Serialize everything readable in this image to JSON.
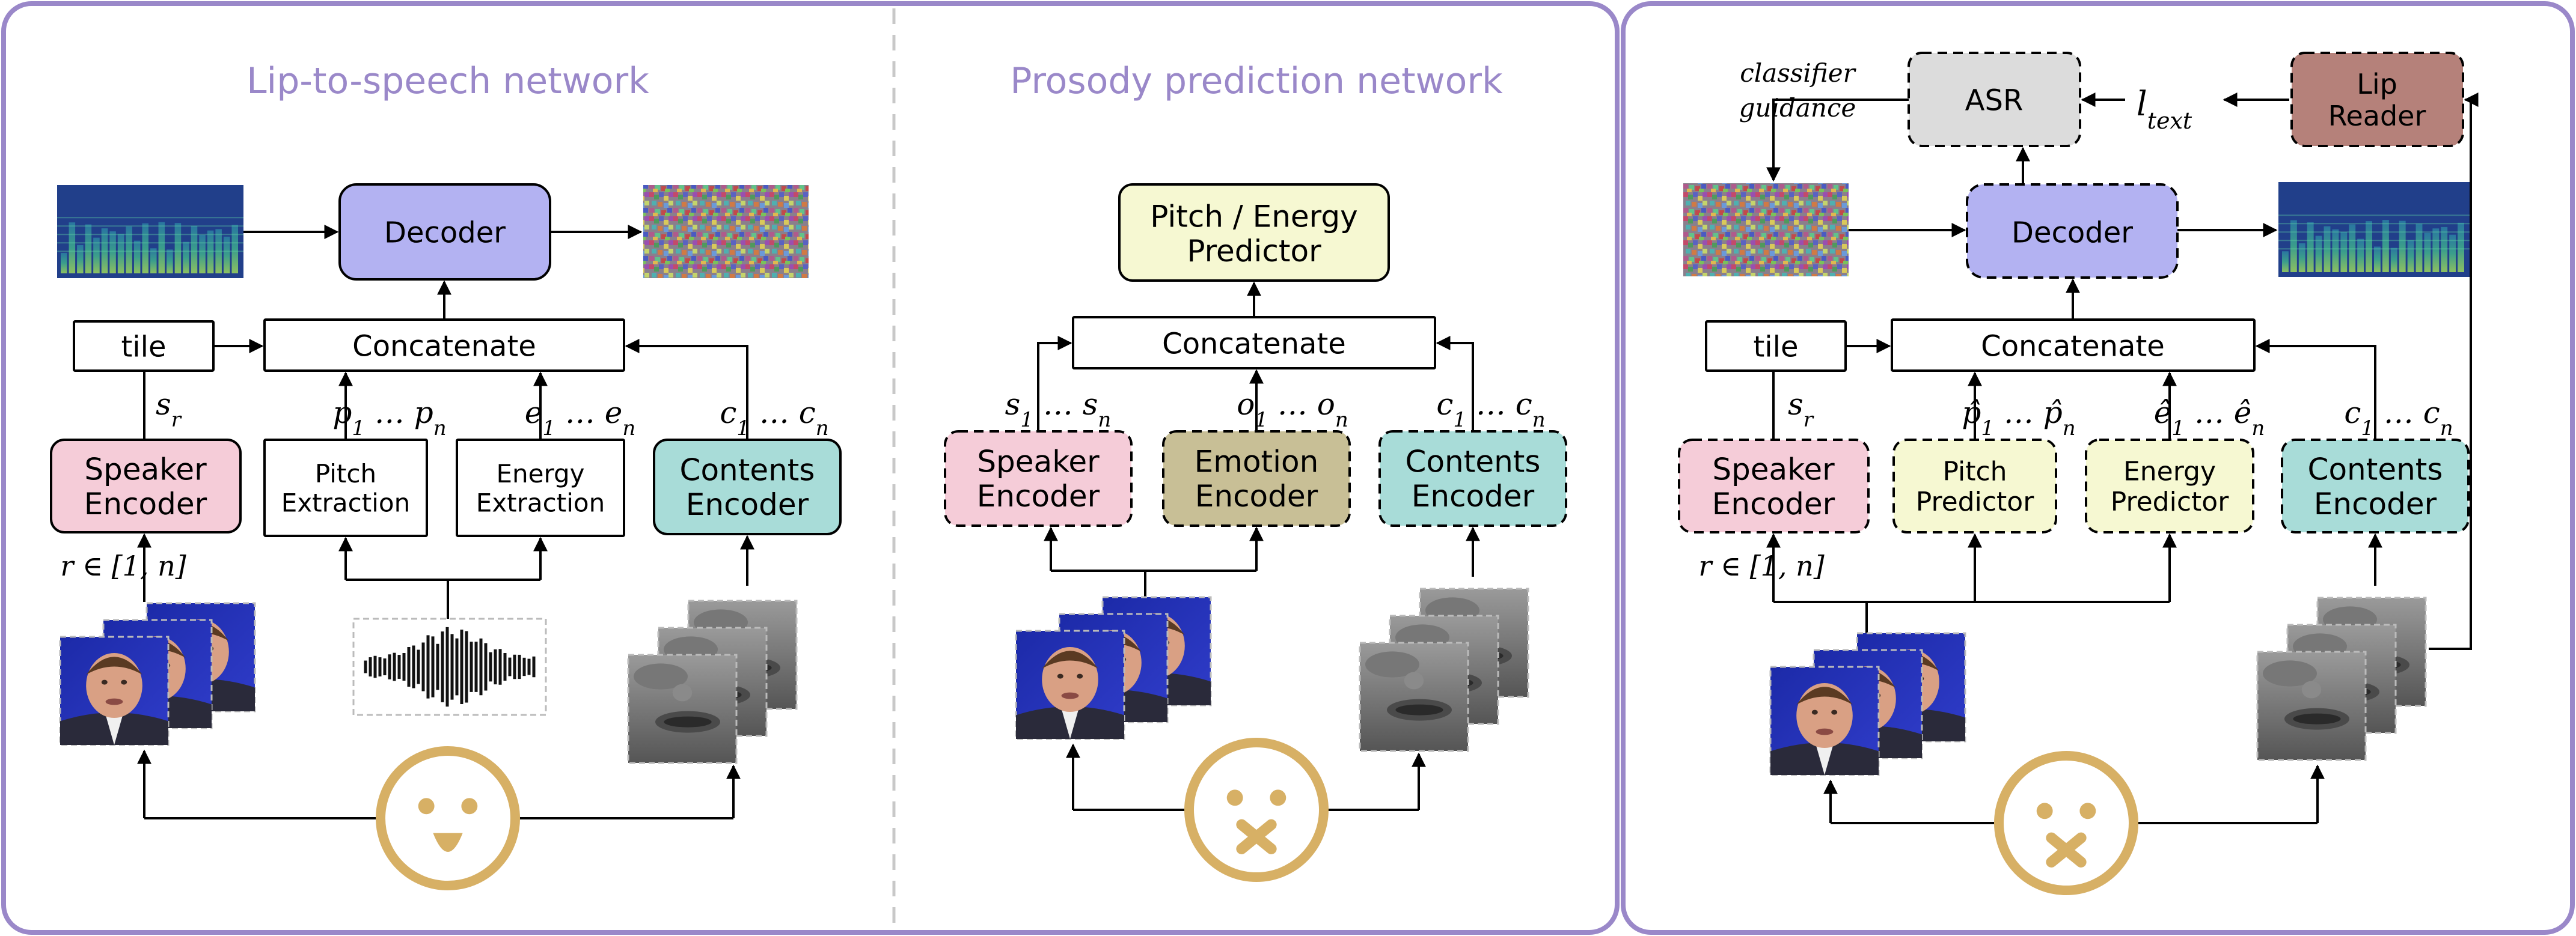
{
  "colors": {
    "panel_border": "#9a88c9",
    "title": "#9a88c9",
    "decoder": "#b3b2f2",
    "speaker_encoder": "#f5ccd8",
    "contents_encoder": "#a8dcd8",
    "emotion_encoder": "#c8bf96",
    "pitch_energy_predictor": "#f6f8d2",
    "asr": "#dcdcdc",
    "lip_reader": "#b5817a",
    "face_icon": "#d7b065",
    "white": "#ffffff"
  },
  "panel1": {
    "title": "Lip-to-speech network",
    "decoder": "Decoder",
    "concatenate": "Concatenate",
    "tile": "tile",
    "speaker_encoder": [
      "Speaker",
      "Encoder"
    ],
    "pitch_extraction": [
      "Pitch",
      "Extraction"
    ],
    "energy_extraction": [
      "Energy",
      "Extraction"
    ],
    "contents_encoder": [
      "Contents",
      "Encoder"
    ],
    "s_r": "s_r",
    "pitch_seq": "p_1 … p_n",
    "energy_seq": "e_1 … e_n",
    "contents_seq": "c_1 … c_n",
    "r_range": "r ∈ [1, n]"
  },
  "panel2": {
    "title": "Prosody prediction network",
    "predictor": [
      "Pitch / Energy",
      "Predictor"
    ],
    "concatenate": "Concatenate",
    "speaker_encoder": [
      "Speaker",
      "Encoder"
    ],
    "emotion_encoder": [
      "Emotion",
      "Encoder"
    ],
    "contents_encoder": [
      "Contents",
      "Encoder"
    ],
    "speaker_seq": "s_1 … s_n",
    "emotion_seq": "o_1 … o_n",
    "contents_seq": "c_1 … c_n"
  },
  "panel3": {
    "classifier_guidance": [
      "classifier",
      "guidance"
    ],
    "asr": "ASR",
    "l_text": "l_text",
    "lip_reader": [
      "Lip",
      "Reader"
    ],
    "decoder": "Decoder",
    "concatenate": "Concatenate",
    "tile": "tile",
    "speaker_encoder": [
      "Speaker",
      "Encoder"
    ],
    "pitch_predictor": [
      "Pitch",
      "Predictor"
    ],
    "energy_predictor": [
      "Energy",
      "Predictor"
    ],
    "contents_encoder": [
      "Contents",
      "Encoder"
    ],
    "s_r": "s_r",
    "pitch_seq": "p̂_1 … p̂_n",
    "energy_seq": "ê_1 … ê_n",
    "contents_seq": "c_1 … c_n",
    "r_range": "r ∈ [1, n]"
  }
}
